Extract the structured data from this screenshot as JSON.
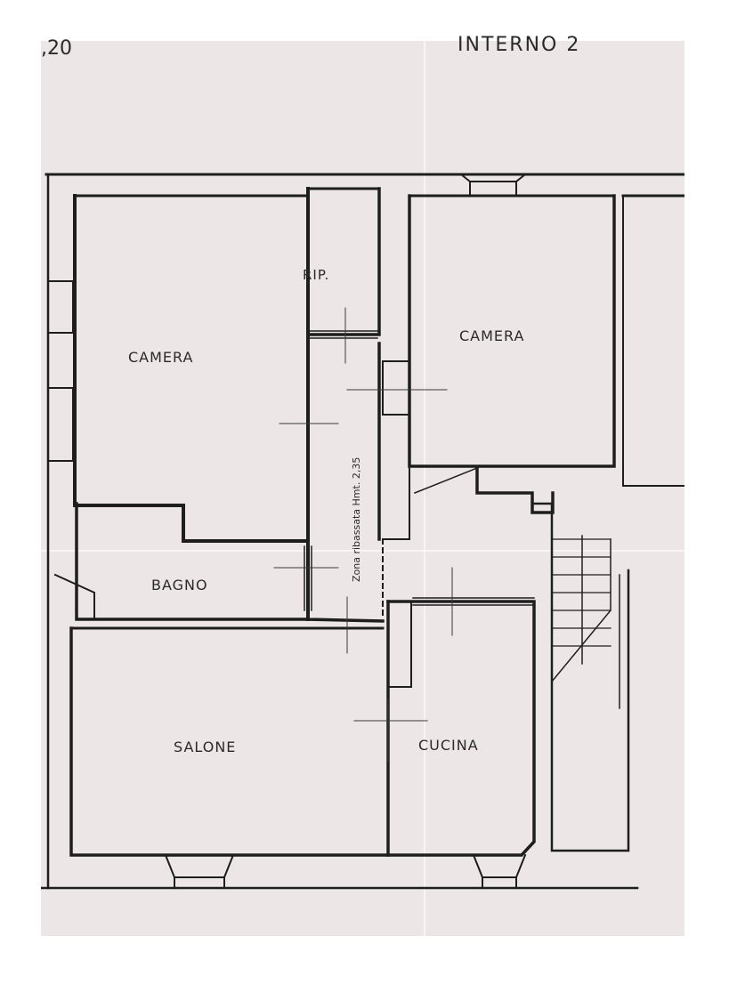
{
  "header": {
    "scale_number": ",20",
    "unit_label": "INTERNO 2"
  },
  "rooms": {
    "camera_left": "CAMERA",
    "ripostiglio": "RIP.",
    "camera_right": "CAMERA",
    "bagno": "BAGNO",
    "salone": "SALONE",
    "cucina": "CUCINA"
  },
  "corridor_note": "Zona ribassata Hmt. 2,35",
  "colors": {
    "paper": "#ece7e6",
    "wall": "#1e1e1e",
    "text": "#2a2a2a"
  }
}
